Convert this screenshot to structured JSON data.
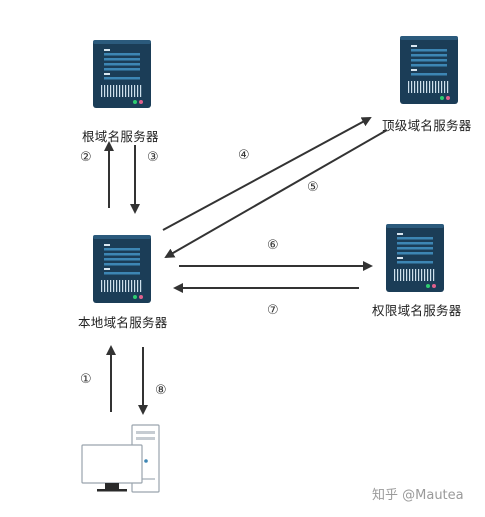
{
  "nodes": {
    "root_server": "根域名服务器",
    "tld_server": "顶级域名服务器",
    "local_server": "本地域名服务器",
    "auth_server": "权限域名服务器"
  },
  "steps": [
    "①",
    "②",
    "③",
    "④",
    "⑤",
    "⑥",
    "⑦",
    "⑧"
  ],
  "watermark": "知乎 @Mautea",
  "colors": {
    "server_body": "#1b3d57",
    "server_panel": "#3d86b4",
    "server_vents": "#ffffff",
    "led_green": "#2ecc71",
    "led_pink": "#e0608c",
    "arrow": "#333333"
  }
}
